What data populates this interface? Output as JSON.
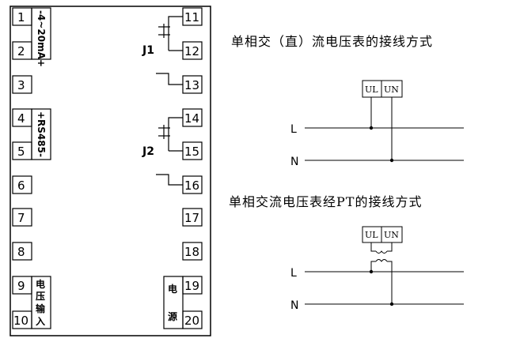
{
  "terminals": {
    "left": [
      {
        "num": "1"
      },
      {
        "num": "2"
      },
      {
        "num": "3"
      },
      {
        "num": "4"
      },
      {
        "num": "5"
      },
      {
        "num": "6"
      },
      {
        "num": "7"
      },
      {
        "num": "8"
      },
      {
        "num": "9"
      },
      {
        "num": "10"
      }
    ],
    "right": [
      {
        "num": "11"
      },
      {
        "num": "12"
      },
      {
        "num": "13"
      },
      {
        "num": "14"
      },
      {
        "num": "15"
      },
      {
        "num": "16"
      },
      {
        "num": "17"
      },
      {
        "num": "18"
      },
      {
        "num": "19"
      },
      {
        "num": "20"
      }
    ]
  },
  "labels": {
    "current_output": "-4~20mA+",
    "rs485": "+RS485-",
    "voltage_input": [
      "电",
      "压",
      "输",
      "入"
    ],
    "power": [
      "电",
      "源"
    ],
    "relay1": "J1",
    "relay2": "J2"
  },
  "wiring": {
    "direct": {
      "caption": "单相交（直）流电压表的接线方式",
      "meter_terminals": [
        "UL",
        "UN"
      ],
      "line_labels": [
        "L",
        "N"
      ]
    },
    "pt": {
      "caption": "单相交流电压表经PT的接线方式",
      "meter_terminals": [
        "UL",
        "UN"
      ],
      "line_labels": [
        "L",
        "N"
      ]
    }
  }
}
